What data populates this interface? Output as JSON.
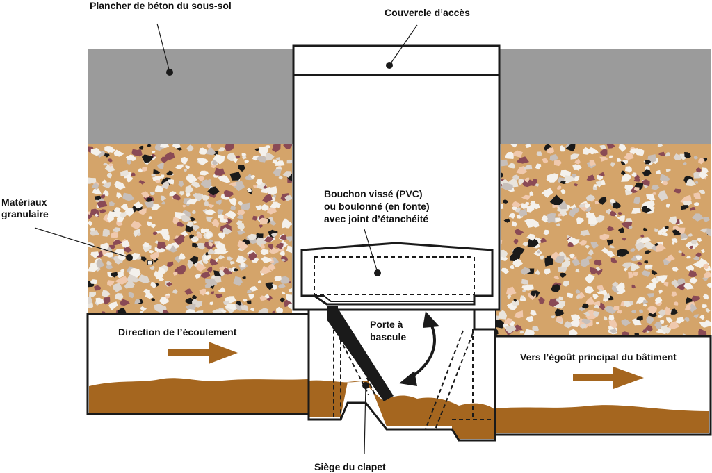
{
  "labels": {
    "floor": "Plancher de béton du sous-sol",
    "cover": "Couvercle d’accès",
    "granular_1": "Matériaux",
    "granular_2": "granulaire",
    "plug_1": "Bouchon vissé (PVC)",
    "plug_2": "ou boulonné (en fonte)",
    "plug_3": "avec joint d’étanchéité",
    "flap_1": "Porte à",
    "flap_2": "bascule",
    "flow": "Direction de l’écoulement",
    "sewer": "Vers l’égoût principal du bâtiment",
    "seat": "Siège du clapet"
  },
  "colors": {
    "concrete": "#9b9b9b",
    "gravel_base": "#d4a46a",
    "sewage": "#a5661f",
    "arrow": "#a5661f",
    "outline": "#1a1a1a",
    "flap": "#1a1a1a"
  },
  "icons": [
    "flow-arrow-icon",
    "sewer-arrow-icon",
    "swing-arrow-icon"
  ]
}
